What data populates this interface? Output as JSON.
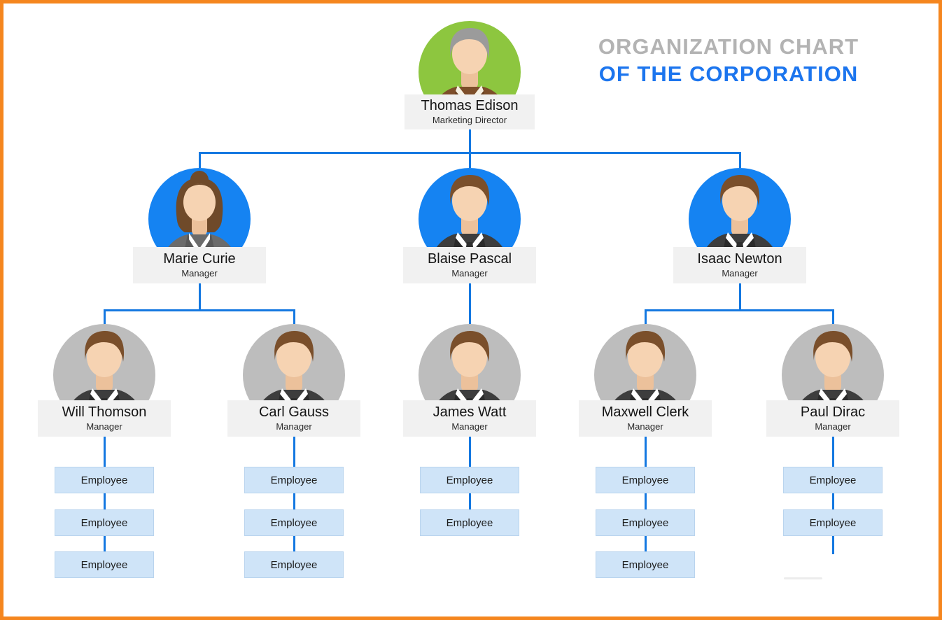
{
  "title": {
    "line1": "ORGANIZATION CHART",
    "line2": "OF THE CORPORATION",
    "line1_color": "#b3b3b3",
    "line2_color": "#1c75ee"
  },
  "labels": {
    "employee": "Employee"
  },
  "colors": {
    "frame_border": "#f5861f",
    "connector": "#1478e1",
    "label_bg": "#f1f1f1",
    "employee_box_bg": "#cfe4f8",
    "employee_box_border": "#b9d4ee",
    "avatar_bg_director": "#8dc63f",
    "avatar_bg_manager": "#1583f2",
    "avatar_bg_staff": "#bdbdbd"
  },
  "avatar_styles": {
    "director": {
      "bg": "#8dc63f",
      "hair": "#9b9b9b",
      "suit": "#7d4e2a",
      "suit_dark": "#69401f",
      "shirt": "#f6f1e3",
      "tie": "#46290f",
      "skin": "#f6d3b2"
    },
    "manager-male": {
      "bg": "#1583f2",
      "hair": "#7a4f2b",
      "suit": "#3d3d3d",
      "suit_dark": "#2a2a2a",
      "shirt": "#ffffff",
      "tie": "#2e2e2e",
      "skin": "#f6d3b2"
    },
    "manager-female": {
      "bg": "#1583f2",
      "hair": "#6f4a2a",
      "suit": "#6b6b6b",
      "suit_dark": "#595959",
      "shirt": "#ffffff",
      "tie": "",
      "skin": "#f6d3b2"
    },
    "staff-male": {
      "bg": "#bdbdbd",
      "hair": "#7a4f2b",
      "suit": "#3d3d3d",
      "suit_dark": "#2a2a2a",
      "shirt": "#ffffff",
      "tie": "#2e2e2e",
      "skin": "#f6d3b2"
    }
  },
  "nodes": [
    {
      "id": "edison",
      "name": "Thomas Edison",
      "role": "Marketing Director",
      "avatar": "director",
      "reports_to": null
    },
    {
      "id": "curie",
      "name": "Marie Curie",
      "role": "Manager",
      "avatar": "manager-female",
      "reports_to": "Thomas Edison"
    },
    {
      "id": "pascal",
      "name": "Blaise Pascal",
      "role": "Manager",
      "avatar": "manager-male",
      "reports_to": "Thomas Edison"
    },
    {
      "id": "newton",
      "name": "Isaac Newton",
      "role": "Manager",
      "avatar": "manager-male",
      "reports_to": "Thomas Edison"
    },
    {
      "id": "thomson",
      "name": "Will Thomson",
      "role": "Manager",
      "avatar": "staff-male",
      "reports_to": "Marie Curie",
      "employees": 3
    },
    {
      "id": "gauss",
      "name": "Carl Gauss",
      "role": "Manager",
      "avatar": "staff-male",
      "reports_to": "Marie Curie",
      "employees": 3
    },
    {
      "id": "watt",
      "name": "James Watt",
      "role": "Manager",
      "avatar": "staff-male",
      "reports_to": "Blaise Pascal",
      "employees": 2
    },
    {
      "id": "clerk",
      "name": "Maxwell Clerk",
      "role": "Manager",
      "avatar": "staff-male",
      "reports_to": "Isaac Newton",
      "employees": 3
    },
    {
      "id": "dirac",
      "name": "Paul Dirac",
      "role": "Manager",
      "avatar": "staff-male",
      "reports_to": "Isaac Newton",
      "employees": 2,
      "has_continuation_line": true
    }
  ]
}
